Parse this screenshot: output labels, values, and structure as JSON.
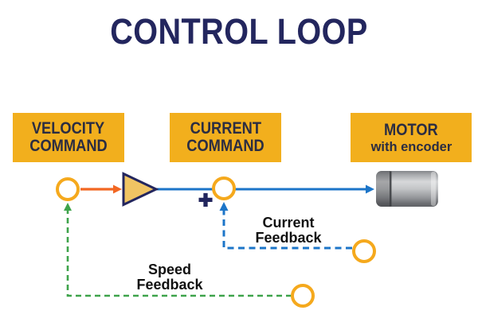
{
  "title": "CONTROL LOOP",
  "boxes": {
    "velocity": {
      "line1": "VELOCITY",
      "line2": "COMMAND"
    },
    "current": {
      "line1": "CURRENT",
      "line2": "COMMAND"
    },
    "motor": {
      "line1": "MOTOR",
      "line2": "with encoder"
    }
  },
  "nodes": {
    "plus": "+"
  },
  "labels": {
    "current_feedback": {
      "line1": "Current",
      "line2": "Feedback"
    },
    "speed_feedback": {
      "line1": "Speed",
      "line2": "Feedback"
    }
  },
  "icons": {
    "amplifier": "right-pointing triangle (gain block)",
    "motor": "gray cylinder (motor body)",
    "node": "yellow outlined circle (signal node)",
    "arrows": "solid = command path, dashed = feedback path"
  },
  "colors": {
    "navy": "#23265E",
    "gold": "#F2AF1D",
    "circle_gold": "#F5A91D",
    "triangle_fill": "#F0C463",
    "orange": "#F26722",
    "blue": "#1C75C8",
    "green": "#3EA34B",
    "box_text": "#2B2D42",
    "label_text": "#101010"
  }
}
